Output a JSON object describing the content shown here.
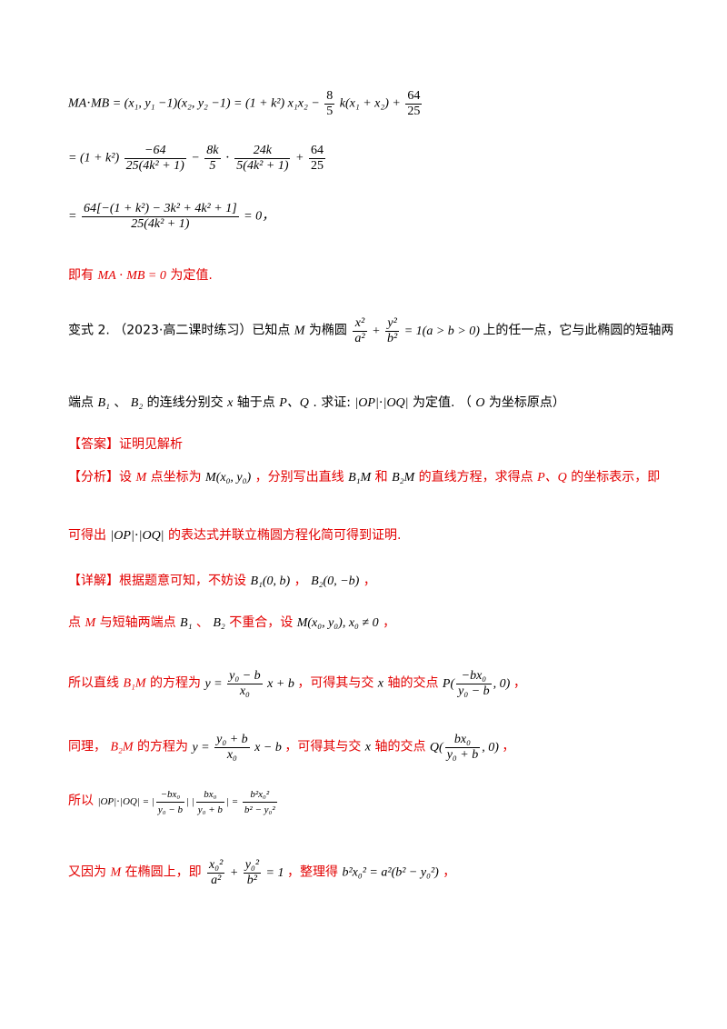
{
  "l1": {
    "lhs": "MA⋅MB = (x₁, y₁ −1)(x₂, y₂ −1) = (1 + k²) x₁x₂ −",
    "f1n": "8",
    "f1d": "5",
    "mid": "k(x₁ + x₂) +",
    "f2n": "64",
    "f2d": "25"
  },
  "l2": {
    "pre": "= (1 + k²)",
    "f1n": "−64",
    "f1d": "25(4k² + 1)",
    "s1": "−",
    "f2n": "8k",
    "f2d": "5",
    "s2": "⋅",
    "f3n": "24k",
    "f3d": "5(4k² + 1)",
    "s3": "+",
    "f4n": "64",
    "f4d": "25"
  },
  "l3": {
    "pre": "=",
    "fn": "64[−(1 + k²) − 3k² + 4k² + 1]",
    "fd": "25(4k² + 1)",
    "post": "= 0",
    "comma": "，"
  },
  "l4": {
    "a": "即有",
    "m": "MA ⋅ MB = 0",
    "b": "为定值."
  },
  "p1": {
    "a": "变式 2. （2023·高二课时练习）已知点",
    "m1": "M",
    "b": "为椭圆",
    "f1n": "x²",
    "f1d": "a²",
    "plus": "+",
    "f2n": "y²",
    "f2d": "b²",
    "eq": "= 1(a > b > 0)",
    "c": "上的任一点，它与此椭圆的短轴两"
  },
  "p2": {
    "a": "端点",
    "m1": "B₁",
    "sep": "、",
    "m2": "B₂",
    "b": "的连线分别交",
    "x": "x",
    "c": "轴于点",
    "pq": "P、Q",
    "d": ". 求证:",
    "m3": "|OP|⋅|OQ|",
    "e": "为定值. （",
    "o": "O",
    "f": "为坐标原点）"
  },
  "answer": "【答案】证明见解析",
  "an1": {
    "a": "【分析】设",
    "m1": "M",
    "b": "点坐标为",
    "m2": "M(x₀, y₀)",
    "c": "，分别写出直线",
    "m3": "B₁M",
    "d": "和",
    "m4": "B₂M",
    "e": "的直线方程，求得点",
    "pq": "P、Q",
    "f": "的坐标表示，即"
  },
  "an2": {
    "a": "可得出",
    "m": "|OP|⋅|OQ|",
    "b": "的表达式并联立椭圆方程化简可得到证明."
  },
  "d1": {
    "a": "【详解】根据题意可知，不妨设",
    "m1": "B₁(0, b)",
    "sep": "，",
    "m2": "B₂(0, −b)",
    "end": "，"
  },
  "d2": {
    "a": "点",
    "m1": "M",
    "b": "与短轴两端点",
    "m2": "B₁",
    "sep": "、",
    "m3": "B₂",
    "c": "不重合，设",
    "m4": "M(x₀, y₀), x₀ ≠ 0",
    "end": "，"
  },
  "d3": {
    "a": "所以直线",
    "m1": "B₁M",
    "b": "的方程为",
    "lhs": "y =",
    "f1n": "y₀ − b",
    "f1d": "x₀",
    "rhs": "x + b",
    "c": "，可得其与交",
    "x": "x",
    "d": "轴的交点",
    "P": "P",
    "f2n": "−bx₀",
    "f2d": "y₀ − b",
    "zero": ", 0",
    "end": "，"
  },
  "d4": {
    "a": "同理，",
    "m1": "B₂M",
    "b": "的方程为",
    "lhs": "y =",
    "f1n": "y₀ + b",
    "f1d": "x₀",
    "rhs": "x − b",
    "c": "，可得其与交",
    "x": "x",
    "d": "轴的交点",
    "Q": "Q",
    "f2n": "bx₀",
    "f2d": "y₀ + b",
    "zero": ", 0",
    "end": "，"
  },
  "d5": {
    "a": "所以",
    "lhs": "|OP|⋅|OQ| =",
    "f1n": "−bx₀",
    "f1d": "y₀ − b",
    "f2n": "bx₀",
    "f2d": "y₀ + b",
    "eq": "=",
    "f3n": "b²x₀²",
    "f3d": "b² − y₀²"
  },
  "d6": {
    "a": "又因为",
    "m1": "M",
    "b": "在椭圆上，即",
    "f1n": "x₀²",
    "f1d": "a²",
    "plus": "+",
    "f2n": "y₀²",
    "f2d": "b²",
    "eq": "= 1",
    "c": "，整理得",
    "m2": "b²x₀² = a²(b² − y₀²)",
    "end": "，"
  }
}
